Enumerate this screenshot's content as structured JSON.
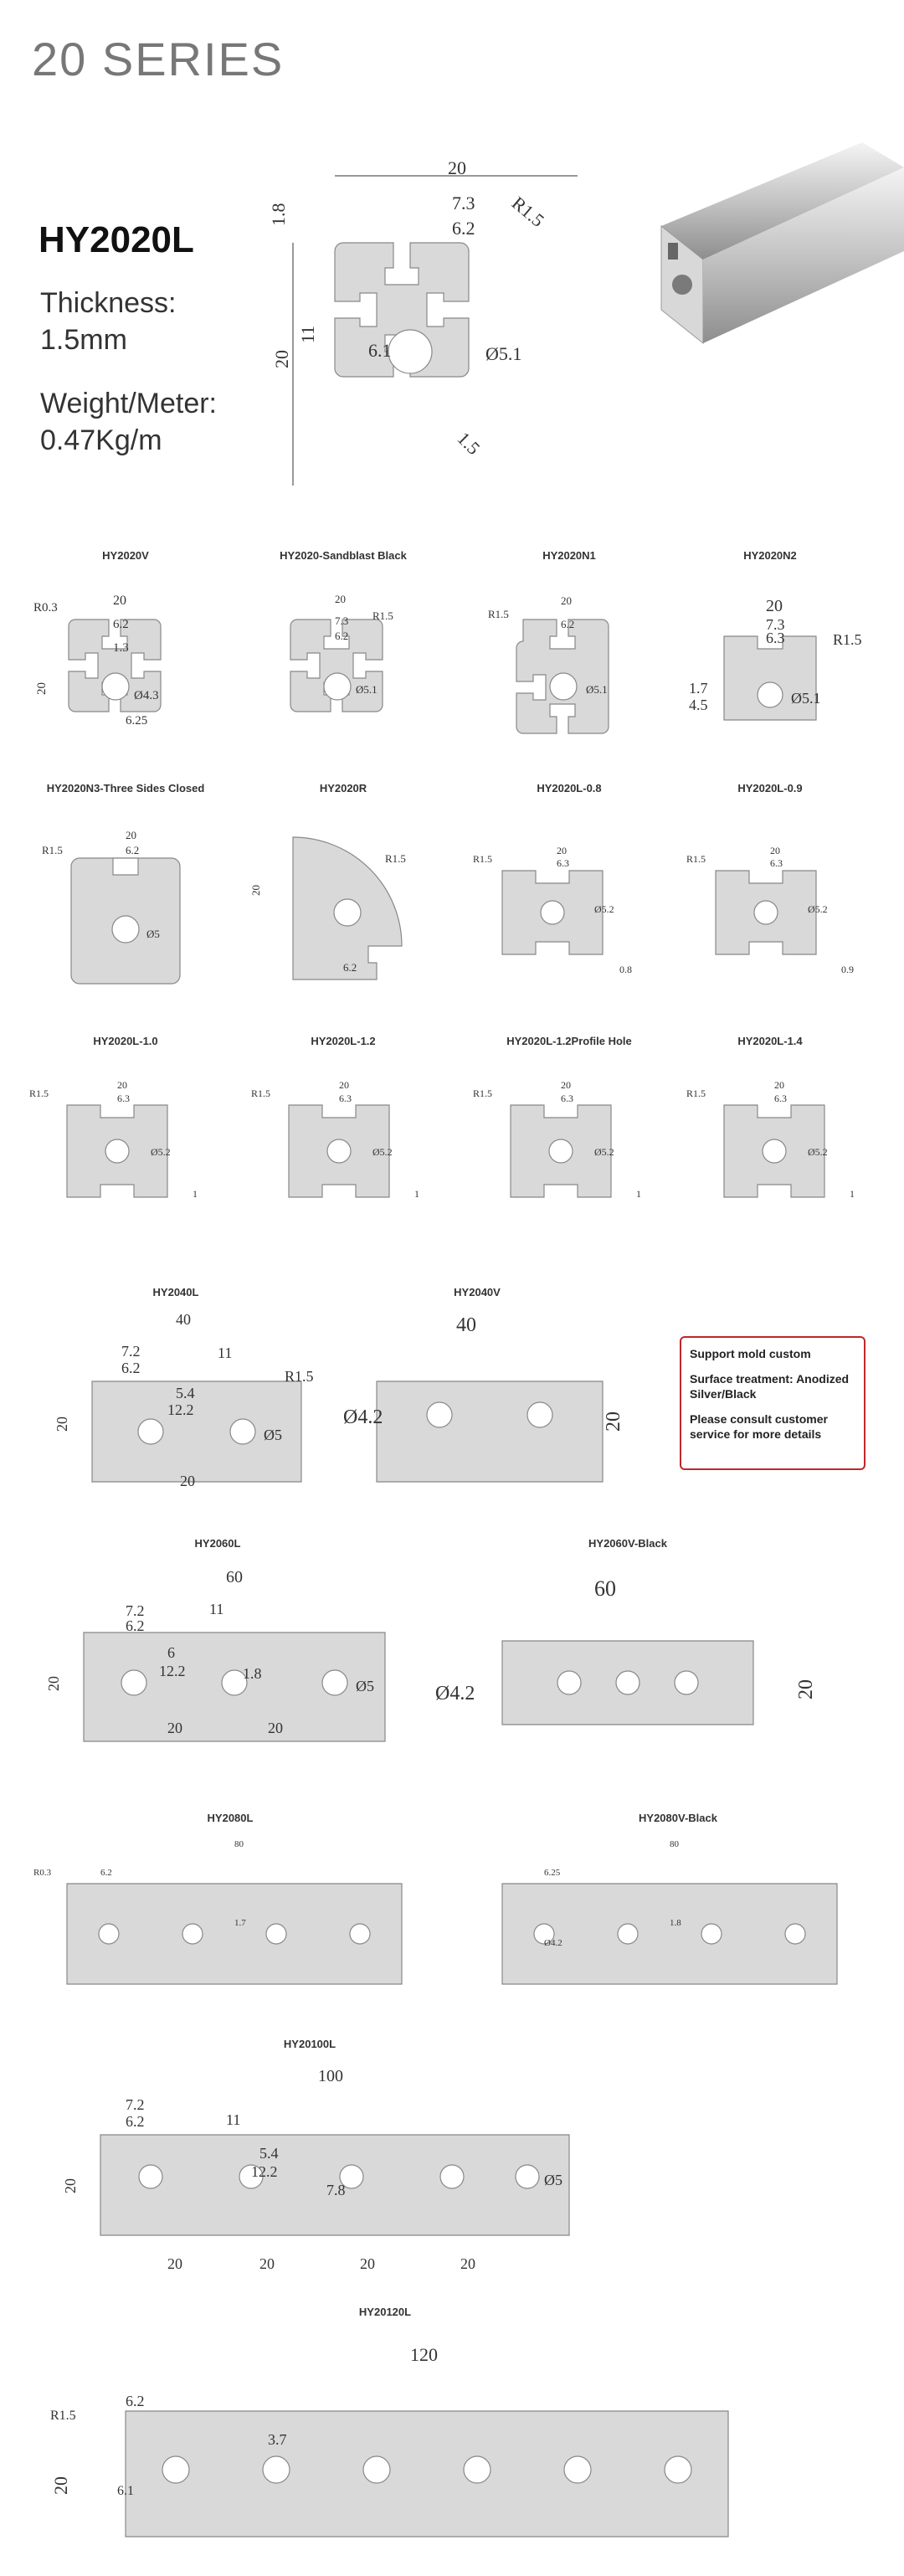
{
  "page": {
    "series_title": "20 SERIES"
  },
  "main_product": {
    "model": "HY2020L",
    "thickness_label": "Thickness:",
    "thickness_value": "1.5mm",
    "weight_label": "Weight/Meter:",
    "weight_value": "0.47Kg/m",
    "dims": {
      "width": "20",
      "height": "20",
      "slot_outer": "7.3",
      "slot_inner": "6.2",
      "radius": "R1.5",
      "top": "1.8",
      "inner": "11",
      "web": "6.1",
      "hole": "Ø5.1",
      "wall": "1.5"
    }
  },
  "grid_row1": [
    "HY2020V",
    "HY2020-Sandblast Black",
    "HY2020N1",
    "HY2020N2"
  ],
  "grid_row2": [
    "HY2020N3-Three Sides Closed",
    "HY2020R",
    "HY2020L-0.8",
    "HY2020L-0.9"
  ],
  "grid_row3": [
    "HY2020L-1.0",
    "HY2020L-1.2",
    "HY2020L-1.2Profile Hole",
    "HY2020L-1.4"
  ],
  "grid_row4": [
    "HY2040L",
    "HY2040V"
  ],
  "large_row1": [
    "HY2060L",
    "HY2060V-Black"
  ],
  "large_row2": [
    "HY2080L",
    "HY2080V-Black"
  ],
  "single1": "HY20100L",
  "single2": "HY20120L",
  "notice": {
    "line1": "Support mold custom",
    "line2": "Surface treatment: Anodized Silver/Black",
    "line3": "Please consult customer service for more details",
    "border_color": "#c0272d"
  },
  "dims_small": {
    "d20": "20",
    "d40": "40",
    "d60": "60",
    "d80": "80",
    "d100": "100",
    "d120": "120",
    "r03": "R0.3",
    "r15": "R1.5",
    "d62": "6.2",
    "d73": "7.3",
    "d72": "7.2",
    "d63": "6.3",
    "d13": "1.3",
    "d43": "Ø4.3",
    "d625": "6.25",
    "d51": "Ø5.1",
    "d5": "Ø5",
    "d52": "Ø5.2",
    "d17": "1.7",
    "d45": "4.5",
    "d08": "0.8",
    "d09": "0.9",
    "d1": "1",
    "d11": "11",
    "d54": "5.4",
    "d122": "12.2",
    "d42": "Ø4.2",
    "d6": "6",
    "d18": "1.8",
    "d78": "7.8",
    "d61": "6.1",
    "d37": "3.7"
  }
}
